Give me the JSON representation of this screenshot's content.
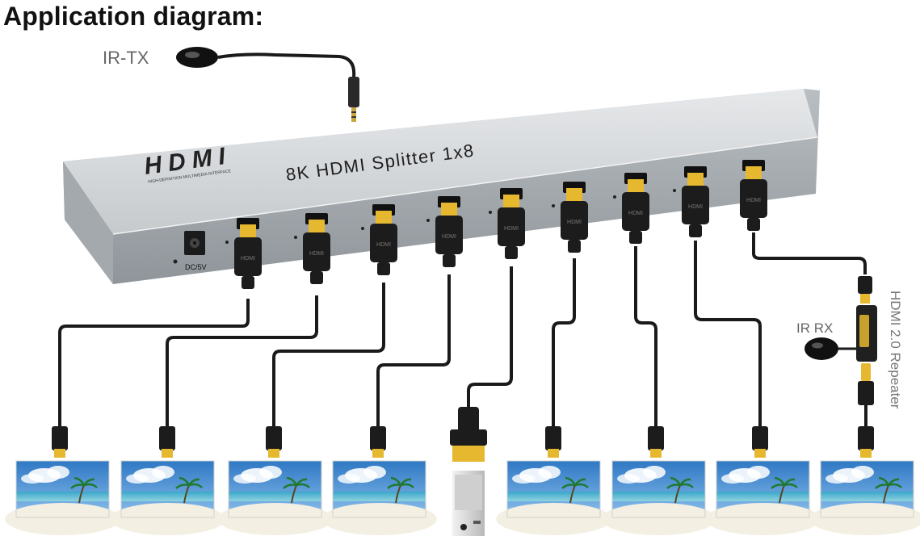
{
  "heading": "Application diagram:",
  "device": {
    "logo": "HDMI",
    "logo_tagline": "HIGH-DEFINITION MULTIMEDIA INTERFACE",
    "title": "8K  HDMI Splitter 1x8",
    "power_label": "DC/5V",
    "output_count": 8
  },
  "ir_tx_label": "IR-TX",
  "ir_rx_label": "IR RX",
  "repeater_label": "HDMI 2.0 Repeater",
  "plug_label": "HDMI",
  "colors": {
    "device_top": "#d5d8db",
    "device_front": "#aab0b4",
    "cable": "#1a1a1a",
    "plug_gold": "#e6b830",
    "sky": "#4f93d6",
    "sand": "#f3efe2"
  }
}
